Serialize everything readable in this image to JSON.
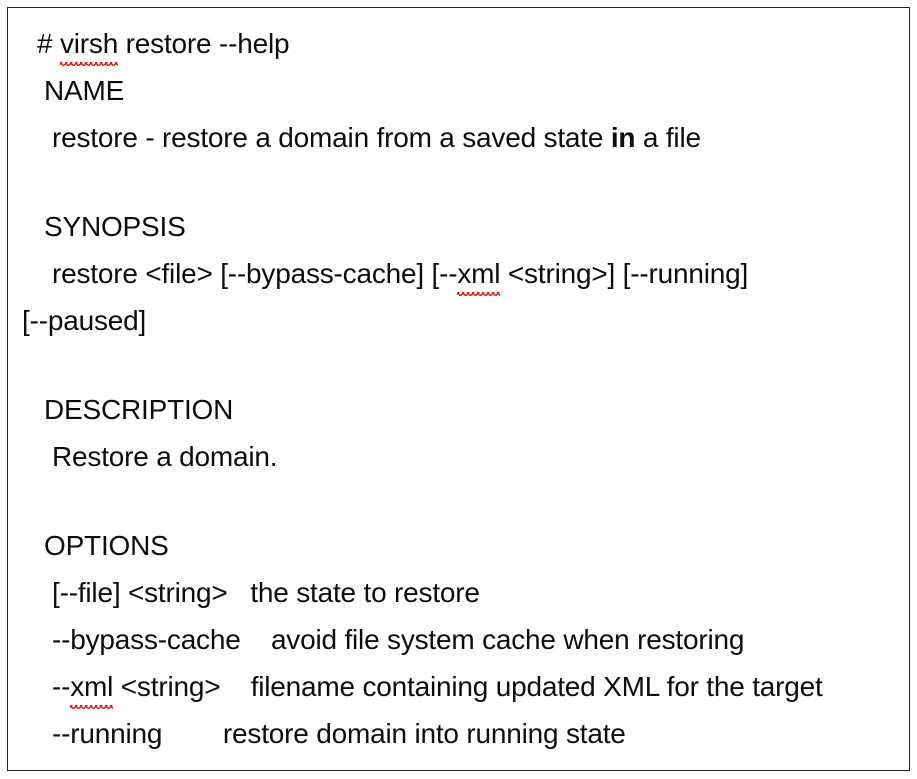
{
  "document": {
    "frame_color": "#222222",
    "text_color": "#0d0d0d",
    "background_color": "#ffffff",
    "spellcheck_underline_color": "#e01b0f",
    "prompt_line": {
      "prompt": "# ",
      "command_misspelled": "virsh",
      "command_rest": " restore --help"
    },
    "sections": {
      "name": {
        "heading": "NAME",
        "body": "restore - restore a domain from a saved state ",
        "body_bold": "in",
        "body_tail": " a file"
      },
      "synopsis": {
        "heading": "SYNOPSIS",
        "line1_pre": "restore <file> [--bypass-cache] [--",
        "line1_misspelled": "xml",
        "line1_post": " <string>] [--running]",
        "line2": "[--paused]"
      },
      "description": {
        "heading": "DESCRIPTION",
        "body": "Restore a domain."
      },
      "options": {
        "heading": "OPTIONS",
        "entries": [
          {
            "flag_pre": "[--file] <string>",
            "flag_misspelled": "",
            "flag_post": "",
            "gap": "   ",
            "description": "the state to restore"
          },
          {
            "flag_pre": "--bypass-cache",
            "flag_misspelled": "",
            "flag_post": "",
            "gap": "    ",
            "description": "avoid file system cache when restoring"
          },
          {
            "flag_pre": "--",
            "flag_misspelled": "xml",
            "flag_post": " <string>",
            "gap": "    ",
            "description": "filename containing updated XML for the target"
          },
          {
            "flag_pre": "--running",
            "flag_misspelled": "",
            "flag_post": "",
            "gap": "        ",
            "description": "restore domain into running state"
          }
        ]
      }
    }
  }
}
